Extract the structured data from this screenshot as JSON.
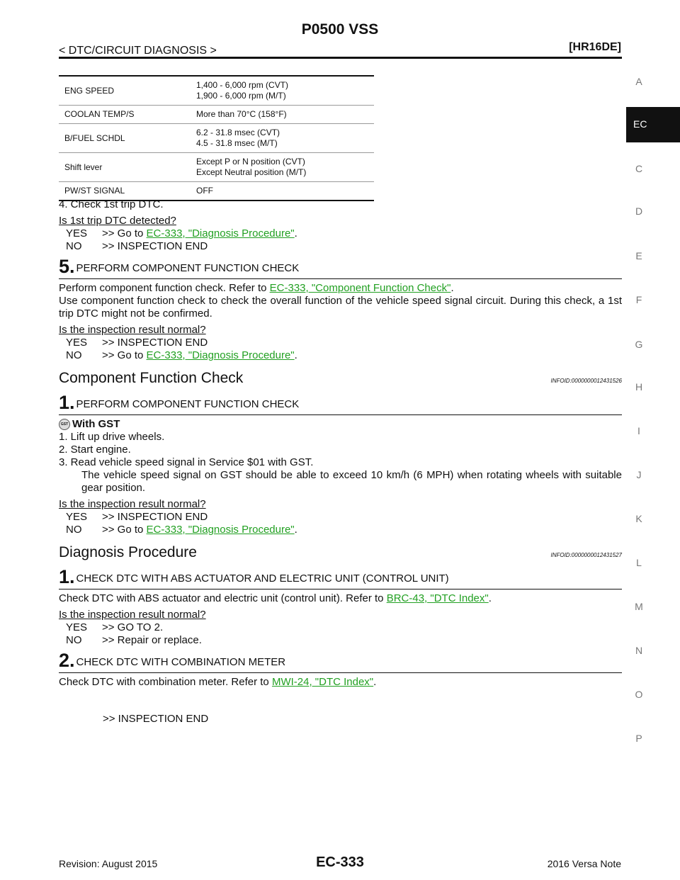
{
  "header": {
    "title": "P0500 VSS",
    "breadcrumb": "< DTC/CIRCUIT DIAGNOSIS >",
    "engine": "[HR16DE]"
  },
  "side_index": {
    "letters": [
      "A",
      "EC",
      "C",
      "D",
      "E",
      "F",
      "G",
      "H",
      "I",
      "J",
      "K",
      "L",
      "M",
      "N",
      "O",
      "P"
    ],
    "active": "EC"
  },
  "spec_table": [
    {
      "item": "ENG SPEED",
      "value": [
        "1,400 - 6,000 rpm (CVT)",
        "1,900 - 6,000 rpm (M/T)"
      ]
    },
    {
      "item": "COOLAN TEMP/S",
      "value": [
        "More than 70°C (158°F)"
      ]
    },
    {
      "item": "B/FUEL SCHDL",
      "value": [
        "6.2 - 31.8 msec (CVT)",
        "4.5 - 31.8 msec (M/T)"
      ]
    },
    {
      "item": "Shift lever",
      "value": [
        "Except P or N position (CVT)",
        "Except Neutral position (M/T)"
      ]
    },
    {
      "item": "PW/ST SIGNAL",
      "value": [
        "OFF"
      ]
    }
  ],
  "block1": {
    "step4": "4.   Check 1st trip DTC.",
    "question": "Is 1st trip DTC detected?",
    "yes_key": "YES",
    "yes_prefix": ">> Go to ",
    "yes_link": "EC-333, \"Diagnosis Procedure\"",
    "yes_suffix": ".",
    "no_key": "NO",
    "no_text": ">> INSPECTION END"
  },
  "step5": {
    "num": "5.",
    "title": "PERFORM COMPONENT FUNCTION CHECK",
    "line1_prefix": "Perform component function check. Refer to ",
    "line1_link": "EC-333, \"Component Function Check\"",
    "line1_suffix": ".",
    "line2": "Use component function check to check the overall function of the vehicle speed signal circuit. During this check, a 1st trip DTC might not be confirmed.",
    "question": "Is the inspection result normal?",
    "yes_key": "YES",
    "yes_text": ">> INSPECTION END",
    "no_key": "NO",
    "no_prefix": ">> Go to ",
    "no_link": "EC-333, \"Diagnosis Procedure\"",
    "no_suffix": "."
  },
  "section1": {
    "heading": "Component Function Check",
    "infoid": "INFOID:0000000012431526",
    "step_num": "1.",
    "step_title": "PERFORM COMPONENT FUNCTION CHECK",
    "gst_icon": "GST",
    "gst_label": "With GST",
    "items": [
      "1.   Lift up drive wheels.",
      "2.   Start engine.",
      "3.   Read vehicle speed signal in Service $01 with GST."
    ],
    "note": "The vehicle speed signal on GST should be able to exceed 10 km/h (6 MPH) when rotating wheels with suitable gear position.",
    "question": "Is the inspection result normal?",
    "yes_key": "YES",
    "yes_text": ">> INSPECTION END",
    "no_key": "NO",
    "no_prefix": ">> Go to ",
    "no_link": "EC-333, \"Diagnosis Procedure\"",
    "no_suffix": "."
  },
  "section2": {
    "heading": "Diagnosis Procedure",
    "infoid": "INFOID:0000000012431527",
    "step1_num": "1.",
    "step1_title": "CHECK DTC WITH ABS ACTUATOR AND ELECTRIC UNIT (CONTROL UNIT)",
    "step1_prefix": "Check DTC with ABS actuator and electric unit (control unit). Refer to ",
    "step1_link": "BRC-43, \"DTC Index\"",
    "step1_suffix": ".",
    "question": "Is the inspection result normal?",
    "yes_key": "YES",
    "yes_text": ">> GO TO 2.",
    "no_key": "NO",
    "no_text": ">> Repair or replace.",
    "step2_num": "2.",
    "step2_title": "CHECK DTC WITH COMBINATION METER",
    "step2_prefix": "Check DTC with combination meter. Refer to ",
    "step2_link": "MWI-24, \"DTC Index\"",
    "step2_suffix": ".",
    "end_text": ">> INSPECTION END"
  },
  "footer": {
    "revision": "Revision: August 2015",
    "page": "EC-333",
    "model": "2016 Versa Note"
  }
}
